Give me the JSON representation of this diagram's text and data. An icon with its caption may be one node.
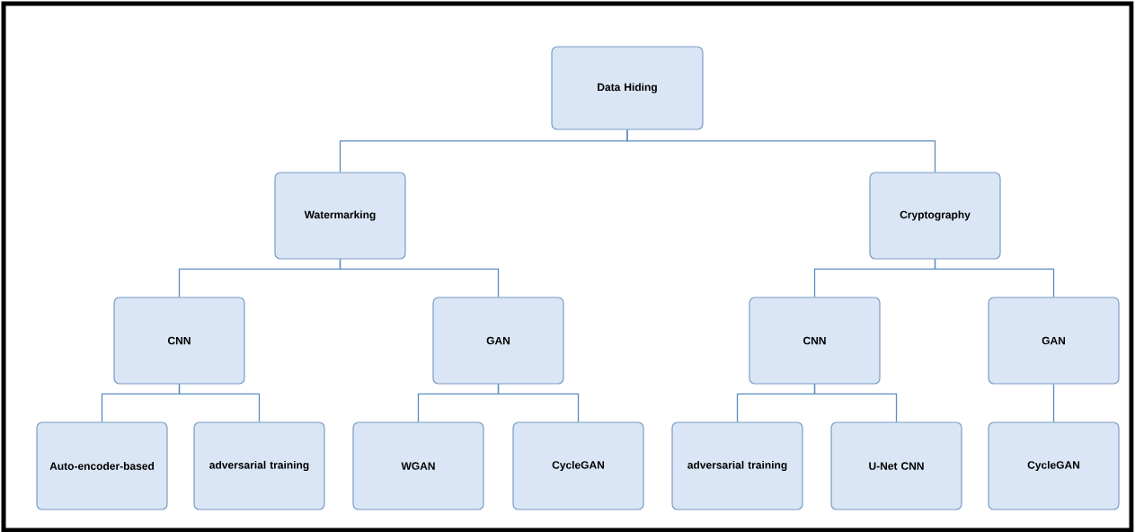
{
  "diagram": {
    "nodes": [
      {
        "text": [
          "Data Hiding"
        ]
      },
      {
        "text": [
          "Watermarking"
        ]
      },
      {
        "text": [
          "Cryptography"
        ]
      },
      {
        "text": [
          "CNN"
        ]
      },
      {
        "text": [
          "GAN"
        ]
      },
      {
        "text": [
          "CNN"
        ]
      },
      {
        "text": [
          "GAN"
        ]
      },
      {
        "text": [
          "Auto-encoder-based"
        ]
      },
      {
        "text": [
          "adversarial training"
        ]
      },
      {
        "text": [
          "WGAN"
        ]
      },
      {
        "text": [
          "CycleGAN"
        ]
      },
      {
        "text": [
          "adversarial training"
        ]
      },
      {
        "text": [
          "U-Net CNN"
        ]
      },
      {
        "text": [
          "CycleGAN"
        ]
      }
    ],
    "edges": [
      {
        "from": 0,
        "to": 1,
        "arrow": "none"
      },
      {
        "from": 0,
        "to": 2,
        "arrow": "none"
      },
      {
        "from": 1,
        "to": 3,
        "arrow": "none"
      },
      {
        "from": 1,
        "to": 4,
        "arrow": "none"
      },
      {
        "from": 2,
        "to": 5,
        "arrow": "none"
      },
      {
        "from": 2,
        "to": 6,
        "arrow": "none"
      },
      {
        "from": 3,
        "to": 7,
        "arrow": "none"
      },
      {
        "from": 3,
        "to": 8,
        "arrow": "none"
      },
      {
        "from": 4,
        "to": 9,
        "arrow": "none"
      },
      {
        "from": 4,
        "to": 10,
        "arrow": "none"
      },
      {
        "from": 5,
        "to": 11,
        "arrow": "none"
      },
      {
        "from": 5,
        "to": 12,
        "arrow": "none"
      },
      {
        "from": 6,
        "to": 13,
        "arrow": "none"
      }
    ]
  }
}
